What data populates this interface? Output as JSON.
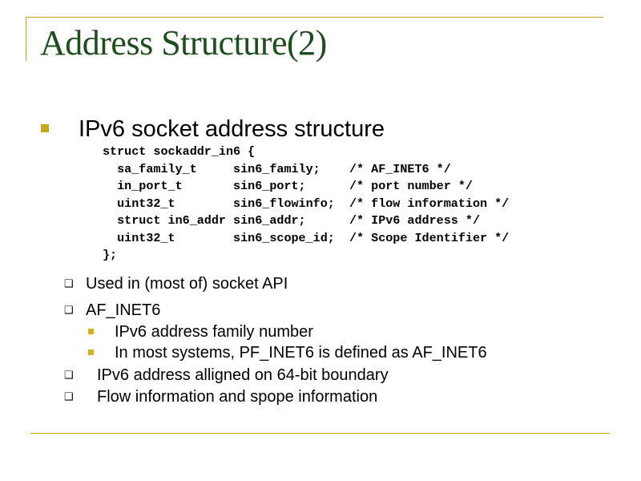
{
  "slide": {
    "title": "Address Structure(2)",
    "main_bullet": "IPv6 socket address structure",
    "code_lines": [
      "struct sockaddr_in6 {",
      "  sa_family_t     sin6_family;    /* AF_INET6 */",
      "  in_port_t       sin6_port;      /* port number */",
      "  uint32_t        sin6_flowinfo;  /* flow information */",
      "  struct in6_addr sin6_addr;      /* IPv6 address */",
      "  uint32_t        sin6_scope_id;  /* Scope Identifier */",
      "};"
    ],
    "sub_items": [
      {
        "text": "Used in (most of) socket API"
      },
      {
        "text": "AF_INET6"
      },
      {
        "text": "IPv6 address family number"
      },
      {
        "text": "In most systems, PF_INET6 is defined as AF_INET6"
      },
      {
        "text": "IPv6 address alligned on 64-bit boundary"
      },
      {
        "text": "Flow information and spope information"
      }
    ],
    "hollow_bullet_glyph": "❑",
    "colors": {
      "title": "#1f4e1d",
      "accent": "#c9a81c",
      "rule": "#c8a415"
    }
  }
}
